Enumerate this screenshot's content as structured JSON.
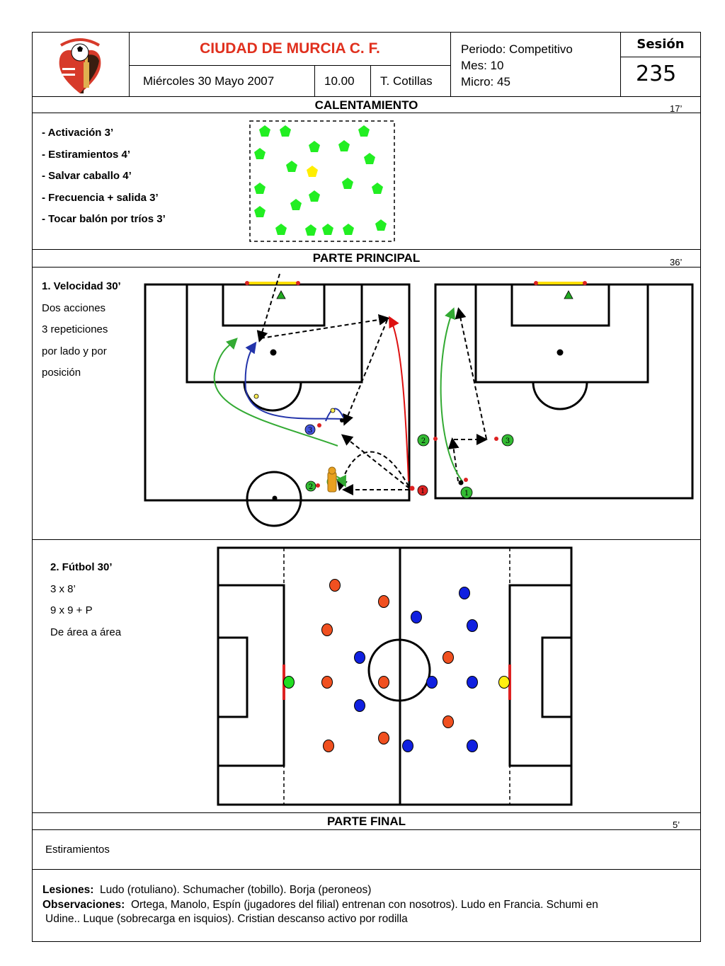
{
  "header": {
    "club_name": "CIUDAD DE MURCIA C. F.",
    "date": "Miércoles 30  Mayo  2007",
    "time": "10.00",
    "coach": "T. Cotillas",
    "period": "Periodo: Competitivo",
    "month": "Mes: 10",
    "micro": "Micro: 45",
    "session_label": "Sesión",
    "session_number": "235",
    "logo_icon": "club-crest-icon"
  },
  "warmup": {
    "title": "CALENTAMIENTO",
    "minutes": "17’",
    "items": [
      "- Activación 3’",
      "- Estiramientos  4’",
      "- Salvar caballo 4’",
      "- Frecuencia + salida 3’",
      "- Tocar balón por tríos 3’"
    ],
    "colors": {
      "players": "#22ee22",
      "special": "#ffee00"
    }
  },
  "main": {
    "title": "PARTE PRINCIPAL",
    "minutes": "36’",
    "exercise1": {
      "title": "1. Velocidad 30’",
      "lines": [
        "Dos acciones",
        "3 repeticiones",
        "por lado y por",
        "posición"
      ],
      "markers": {
        "left_blue": "3",
        "left_green": "2",
        "left_red": "1",
        "right_green_top": "2",
        "right_green_bottom": "1",
        "right_green_right": "3"
      }
    },
    "exercise2": {
      "title": "2. Fútbol 30’",
      "lines": [
        "3 x 8’",
        "9 x 9 + P",
        "De área a área"
      ],
      "colors": {
        "team_a": "#f05020",
        "team_b": "#1020e0",
        "keeper_left": "#22dd22",
        "keeper_right": "#ffee11"
      }
    }
  },
  "final": {
    "title": "PARTE FINAL",
    "minutes": "5’",
    "text": "Estiramientos"
  },
  "notes": {
    "injuries_label": "Lesiones:",
    "injuries_text": "Ludo (rotuliano). Schumacher (tobillo). Borja (peroneos)",
    "observations_label": "Observaciones:",
    "observations_text": "Ortega, Manolo, Espín  (jugadores del filial) entrenan con nosotros). Ludo en Francia. Schumi en",
    "observations_text2": "Udine.. Luque (sobrecarga en isquios). Cristian descanso activo por rodilla"
  }
}
